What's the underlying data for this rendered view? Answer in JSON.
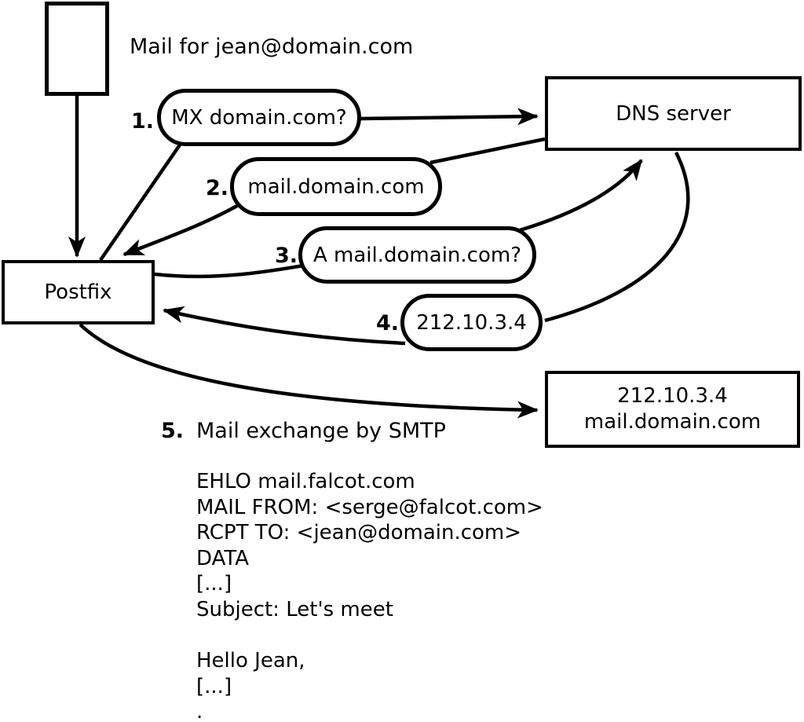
{
  "colors": {
    "ink": "#000000",
    "paper": "#ffffff"
  },
  "mail_note": "Mail for jean@domain.com",
  "nodes": {
    "postfix": "Postfix",
    "dns_server": "DNS server",
    "mail_server_line1": "212.10.3.4",
    "mail_server_line2": "mail.domain.com"
  },
  "steps": [
    {
      "num": "1.",
      "label": "MX domain.com?"
    },
    {
      "num": "2.",
      "label": "mail.domain.com"
    },
    {
      "num": "3.",
      "label": "A mail.domain.com?"
    },
    {
      "num": "4.",
      "label": "212.10.3.4"
    },
    {
      "num": "5.",
      "label": "Mail exchange by SMTP"
    }
  ],
  "smtp_session": {
    "lines": [
      "EHLO mail.falcot.com",
      "MAIL FROM: <serge@falcot.com>",
      "RCPT TO: <jean@domain.com>",
      "DATA",
      "[...]",
      "Subject: Let's meet",
      "",
      "Hello Jean,",
      "[...]",
      "."
    ]
  }
}
